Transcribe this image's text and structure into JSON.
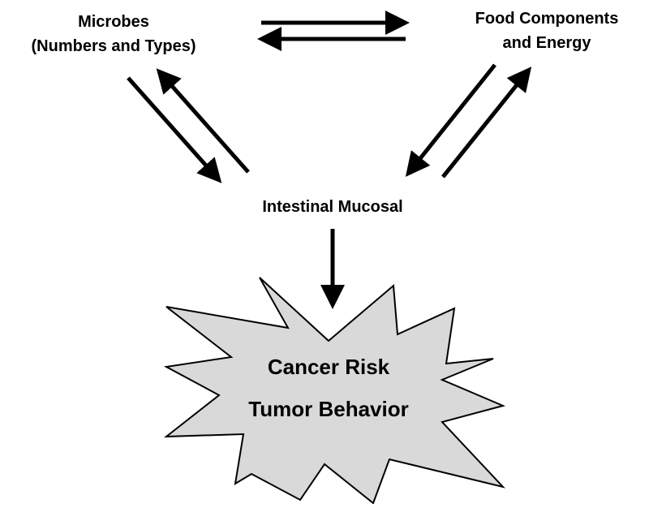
{
  "nodes": {
    "microbes": {
      "line1": "Microbes",
      "line2": "(Numbers and Types)"
    },
    "food": {
      "line1": "Food Components",
      "line2": "and Energy"
    },
    "mucosal": {
      "label": "Intestinal Mucosal"
    },
    "outcome": {
      "line1": "Cancer Risk",
      "line2": "Tumor Behavior"
    }
  },
  "colors": {
    "arrow": "#000000",
    "burst_fill": "#d9d9d9",
    "burst_stroke": "#000000",
    "text": "#000000",
    "background": "#ffffff"
  }
}
